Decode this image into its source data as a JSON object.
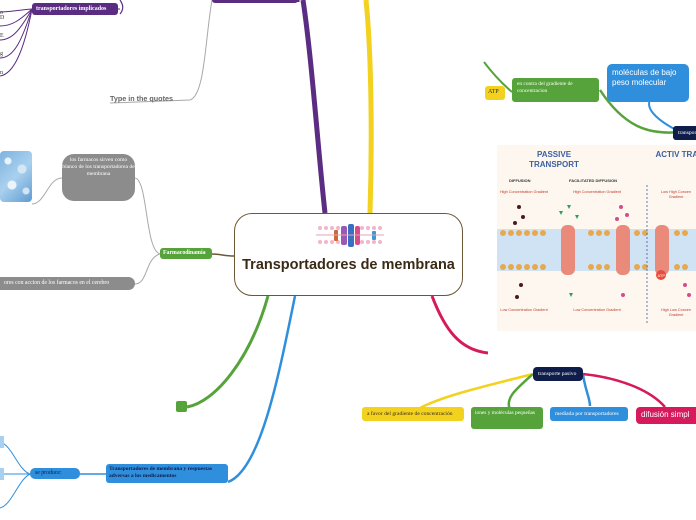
{
  "center": {
    "title": "Transportadores de membrana"
  },
  "top_left": {
    "implicated_label": "transportadores implicados",
    "partial_letters": [
      "o",
      "D",
      "E",
      "g",
      "n"
    ]
  },
  "quote_placeholder": "Type in the quotes",
  "pharma": {
    "label": "Farmacodinamia",
    "bubble": "los farmacos sirven como blanco de los transportadorea de membrana",
    "bar": "ores con accion de los farmacos en el cerebro"
  },
  "bottom_left": {
    "label": "Transportadores de membrana y respuestas adversas a los medicamentos",
    "child": "se produce:"
  },
  "active": {
    "label": "transporte activo",
    "atp": "ATP",
    "gradient": "en contra del gradiente de concentracion",
    "molecules": "moléculas de bajo peso molecular"
  },
  "passive": {
    "label": "transporte pasivo",
    "children": [
      "a favor del gradiente de concentración",
      "iones y moléculas pequeñas",
      "mediada por transportadores",
      "difusión simpl"
    ]
  },
  "diagram": {
    "passive_title": "PASSIVE TRANSPORT",
    "active_title": "ACTIV TRANSP",
    "diffusion": "DIFFUSION",
    "facilitated": "FACILITATED DIFFUSION",
    "high_conc": "High Concentration Gradient",
    "low_conc": "Low Concentration Gradient",
    "low_high": "Low High Concen Gradient",
    "high_low": "High Low Concen Gradient",
    "atp_tag": "ATP"
  },
  "colors": {
    "purple": "#5b2d82",
    "yellow": "#f2d21f",
    "green": "#55a33a",
    "blue": "#2f8fdd",
    "navy": "#0f1d4b",
    "crimson": "#d61a5c",
    "gray": "#8c8c8c",
    "brown": "#6b5836"
  }
}
